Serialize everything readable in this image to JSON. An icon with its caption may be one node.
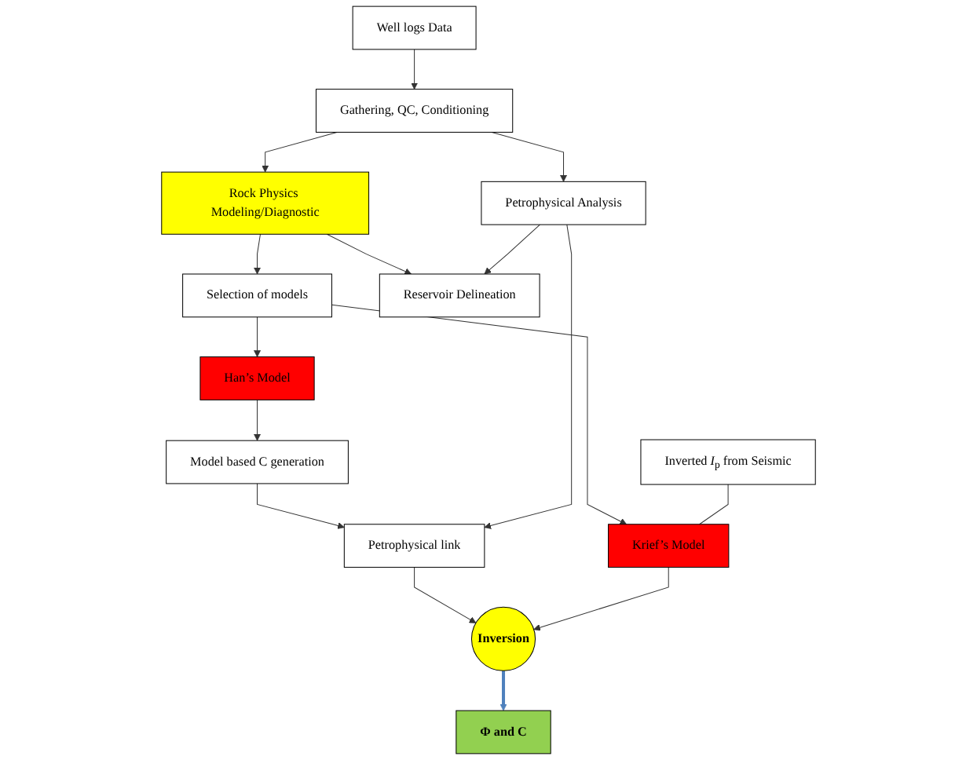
{
  "diagram": {
    "nodes": [
      {
        "text": [
          "Well logs Data"
        ]
      },
      {
        "text": [
          "Gathering, QC, Conditioning"
        ]
      },
      {
        "text": [
          "Rock Physics Modeling/Diagnostic"
        ]
      },
      {
        "text": [
          "Petrophysical Analysis"
        ]
      },
      {
        "text": [
          "Reservoir Delineation"
        ]
      },
      {
        "text": [
          "Inverted *I*$_{p}$ from Seismic"
        ]
      },
      {
        "text": [
          "Selection of models"
        ]
      },
      {
        "text": [
          "Krief’s Model"
        ]
      },
      {
        "text": [
          "Han’s Model"
        ]
      },
      {
        "text": [
          "Model based C generation"
        ]
      },
      {
        "text": [
          "Petrophysical link"
        ]
      },
      {
        "text": [
          "Inversion"
        ]
      },
      {
        "text": [
          "Φ and C"
        ]
      }
    ],
    "edges": [
      {
        "from": 0,
        "to": 1,
        "arrow": "to"
      },
      {
        "from": 1,
        "to": 2,
        "arrow": "to"
      },
      {
        "from": 1,
        "to": 3,
        "arrow": "to"
      },
      {
        "from": 2,
        "to": 4,
        "arrow": "to"
      },
      {
        "from": 3,
        "to": 4,
        "arrow": "to"
      },
      {
        "from": 2,
        "to": 6,
        "arrow": "to"
      },
      {
        "from": 6,
        "to": 7,
        "arrow": "to"
      },
      {
        "from": 6,
        "to": 8,
        "arrow": "to"
      },
      {
        "from": 5,
        "to": 7,
        "arrow": "none"
      },
      {
        "from": 8,
        "to": 9,
        "arrow": "to"
      },
      {
        "from": 9,
        "to": 10,
        "arrow": "to"
      },
      {
        "from": 3,
        "to": 10,
        "arrow": "to"
      },
      {
        "from": 10,
        "to": 11,
        "arrow": "to"
      },
      {
        "from": 7,
        "to": 11,
        "arrow": "to"
      },
      {
        "from": 11,
        "to": 12,
        "arrow": "to",
        "style": "thick",
        "color": "#4f81bd"
      }
    ]
  }
}
